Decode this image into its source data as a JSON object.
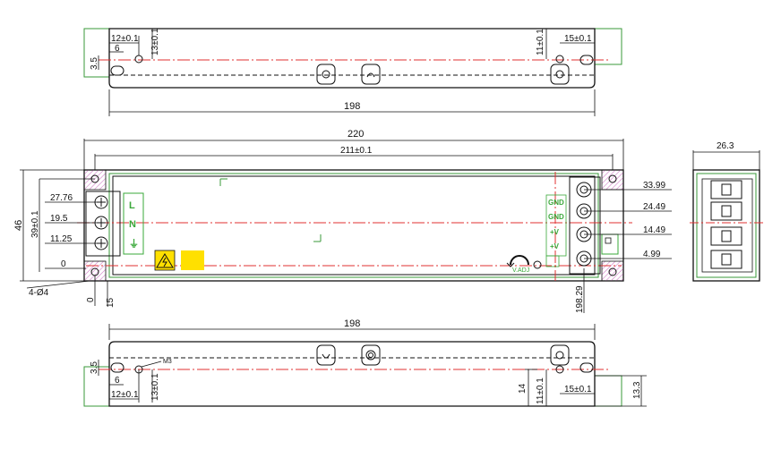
{
  "colors": {
    "outline": "#111111",
    "centerline": "#e03030",
    "green_bracket": "#3a9a3a",
    "hatch": "#d080c8",
    "label_green": "#3aa83a",
    "warning_yellow": "#ffe000"
  },
  "top_view": {
    "dims": {
      "left_offset": "12±0.1",
      "left_inner": "6",
      "left_height": "3.5",
      "left_vertical": "13±0.1",
      "right_vertical": "11±0.1",
      "right_offset": "15±0.1",
      "length": "198"
    }
  },
  "front_view": {
    "dims": {
      "overall_length": "220",
      "hole_spacing": "211±0.1",
      "height": "46",
      "hole_height": "39±0.1",
      "y_27_76": "27.76",
      "y_19_5": "19.5",
      "y_11_25": "11.25",
      "y_0": "0",
      "holes": "4-Ø4",
      "x_0": "0",
      "x_15": "15",
      "x_198_29": "198.29",
      "y_33_99": "33.99",
      "y_24_49": "24.49",
      "y_14_49": "14.49",
      "y_4_99": "4.99"
    },
    "input_terminals": [
      "L",
      "N",
      "⏚"
    ],
    "output_terminals": [
      "GND",
      "GND",
      "+V",
      "+V"
    ],
    "vadj_label": "V.ADJ"
  },
  "side_view": {
    "width": "26.3"
  },
  "bottom_view": {
    "dims": {
      "length": "198",
      "left_height": "3.5",
      "left_inner": "6",
      "screw": "M3",
      "left_offset": "12±0.1",
      "left_vertical": "13±0.1",
      "height_14": "14",
      "right_vertical": "11±0.1",
      "right_offset": "15±0.1",
      "height_13_3": "13.3"
    }
  }
}
